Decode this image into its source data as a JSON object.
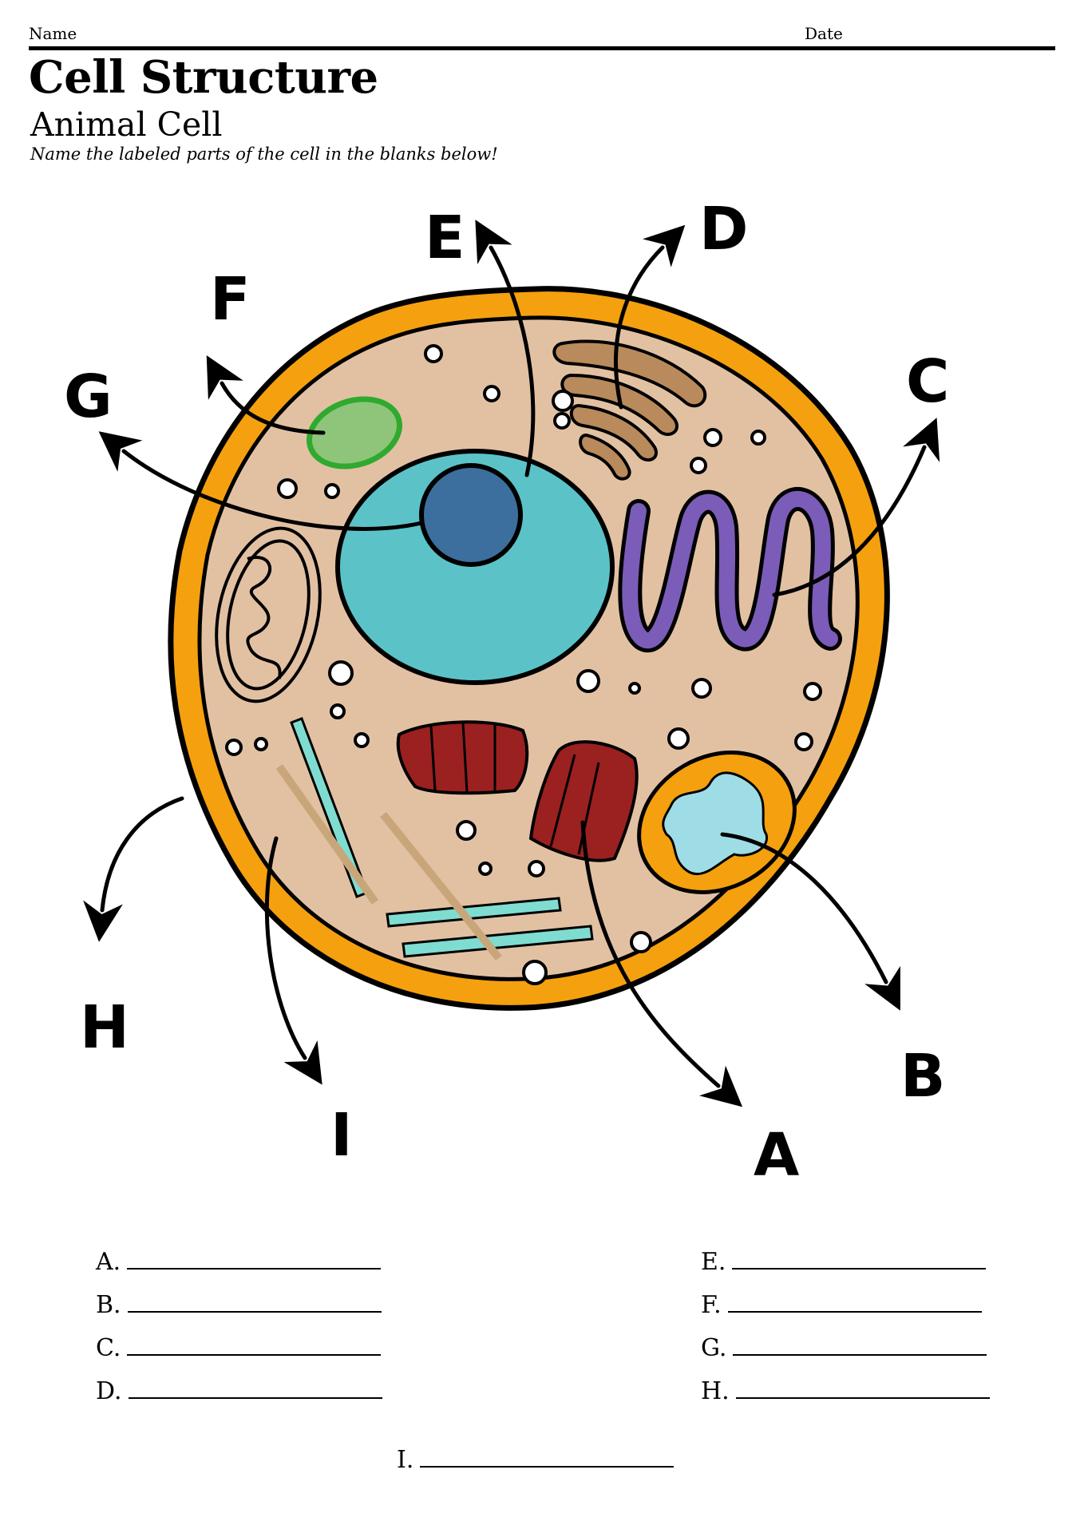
{
  "header": {
    "name_label": "Name",
    "date_label": "Date"
  },
  "title": "Cell Structure",
  "subtitle": "Animal Cell",
  "instructions": "Name the labeled parts of the cell in the blanks below!",
  "labels": {
    "A": "A",
    "B": "B",
    "C": "C",
    "D": "D",
    "E": "E",
    "F": "F",
    "G": "G",
    "H": "H",
    "I": "I"
  },
  "answers": [
    {
      "letter": "A."
    },
    {
      "letter": "B."
    },
    {
      "letter": "C."
    },
    {
      "letter": "D."
    },
    {
      "letter": "E."
    },
    {
      "letter": "F."
    },
    {
      "letter": "G."
    },
    {
      "letter": "H."
    },
    {
      "letter": "I."
    }
  ],
  "colors": {
    "membrane": "#f5a00f",
    "cytoplasm": "#e2c1a3",
    "nucleus": "#5bc3c8",
    "nucleolus": "#3c6f9e",
    "er": "#7b5cb8",
    "golgi": "#b98a5b",
    "vacuole": "#8fc57a",
    "mito": "#9fdde6",
    "centriole": "#9b2020",
    "cytoskeleton": "#7fdcd0"
  }
}
